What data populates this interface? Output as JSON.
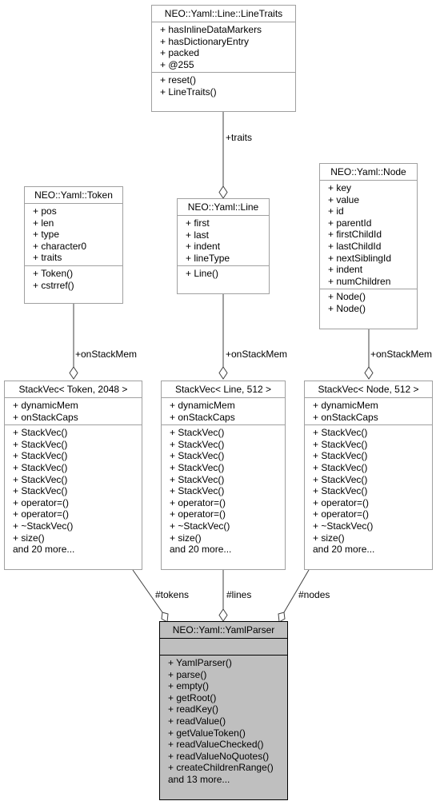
{
  "classes": {
    "line_traits": {
      "title": "NEO::Yaml::Line::LineTraits",
      "attributes": [
        "+ hasInlineDataMarkers",
        "+ hasDictionaryEntry",
        "+ packed",
        "+ @255"
      ],
      "methods": [
        "+ reset()",
        "+ LineTraits()"
      ]
    },
    "token": {
      "title": "NEO::Yaml::Token",
      "attributes": [
        "+ pos",
        "+ len",
        "+ type",
        "+ character0",
        "+ traits"
      ],
      "methods": [
        "+ Token()",
        "+ cstrref()"
      ]
    },
    "line": {
      "title": "NEO::Yaml::Line",
      "attributes": [
        "+ first",
        "+ last",
        "+ indent",
        "+ lineType"
      ],
      "methods": [
        "+ Line()"
      ]
    },
    "node": {
      "title": "NEO::Yaml::Node",
      "attributes": [
        "+ key",
        "+ value",
        "+ id",
        "+ parentId",
        "+ firstChildId",
        "+ lastChildId",
        "+ nextSiblingId",
        "+ indent",
        "+ numChildren"
      ],
      "methods": [
        "+ Node()",
        "+ Node()"
      ]
    },
    "stackvec_token": {
      "title": "StackVec< Token, 2048 >",
      "attributes": [
        "+ dynamicMem",
        "+ onStackCaps"
      ],
      "methods": [
        "+ StackVec()",
        "+ StackVec()",
        "+ StackVec()",
        "+ StackVec()",
        "+ StackVec()",
        "+ StackVec()",
        "+ operator=()",
        "+ operator=()",
        "+ ~StackVec()",
        "+ size()",
        "and 20 more..."
      ]
    },
    "stackvec_line": {
      "title": "StackVec< Line, 512 >",
      "attributes": [
        "+ dynamicMem",
        "+ onStackCaps"
      ],
      "methods": [
        "+ StackVec()",
        "+ StackVec()",
        "+ StackVec()",
        "+ StackVec()",
        "+ StackVec()",
        "+ StackVec()",
        "+ operator=()",
        "+ operator=()",
        "+ ~StackVec()",
        "+ size()",
        "and 20 more..."
      ]
    },
    "stackvec_node": {
      "title": "StackVec< Node, 512 >",
      "attributes": [
        "+ dynamicMem",
        "+ onStackCaps"
      ],
      "methods": [
        "+ StackVec()",
        "+ StackVec()",
        "+ StackVec()",
        "+ StackVec()",
        "+ StackVec()",
        "+ StackVec()",
        "+ operator=()",
        "+ operator=()",
        "+ ~StackVec()",
        "+ size()",
        "and 20 more..."
      ]
    },
    "yaml_parser": {
      "title": "NEO::Yaml::YamlParser",
      "attributes": [],
      "methods": [
        "+ YamlParser()",
        "+ parse()",
        "+ empty()",
        "+ getRoot()",
        "+ readKey()",
        "+ readValue()",
        "+ getValueToken()",
        "+ readValueChecked()",
        "+ readValueNoQuotes()",
        "+ createChildrenRange()",
        "and 13 more..."
      ]
    }
  },
  "edges": {
    "traits": "+traits",
    "token_mem": "+onStackMem",
    "line_mem": "+onStackMem",
    "node_mem": "+onStackMem",
    "tokens": "#tokens",
    "lines": "#lines",
    "nodes": "#nodes"
  }
}
